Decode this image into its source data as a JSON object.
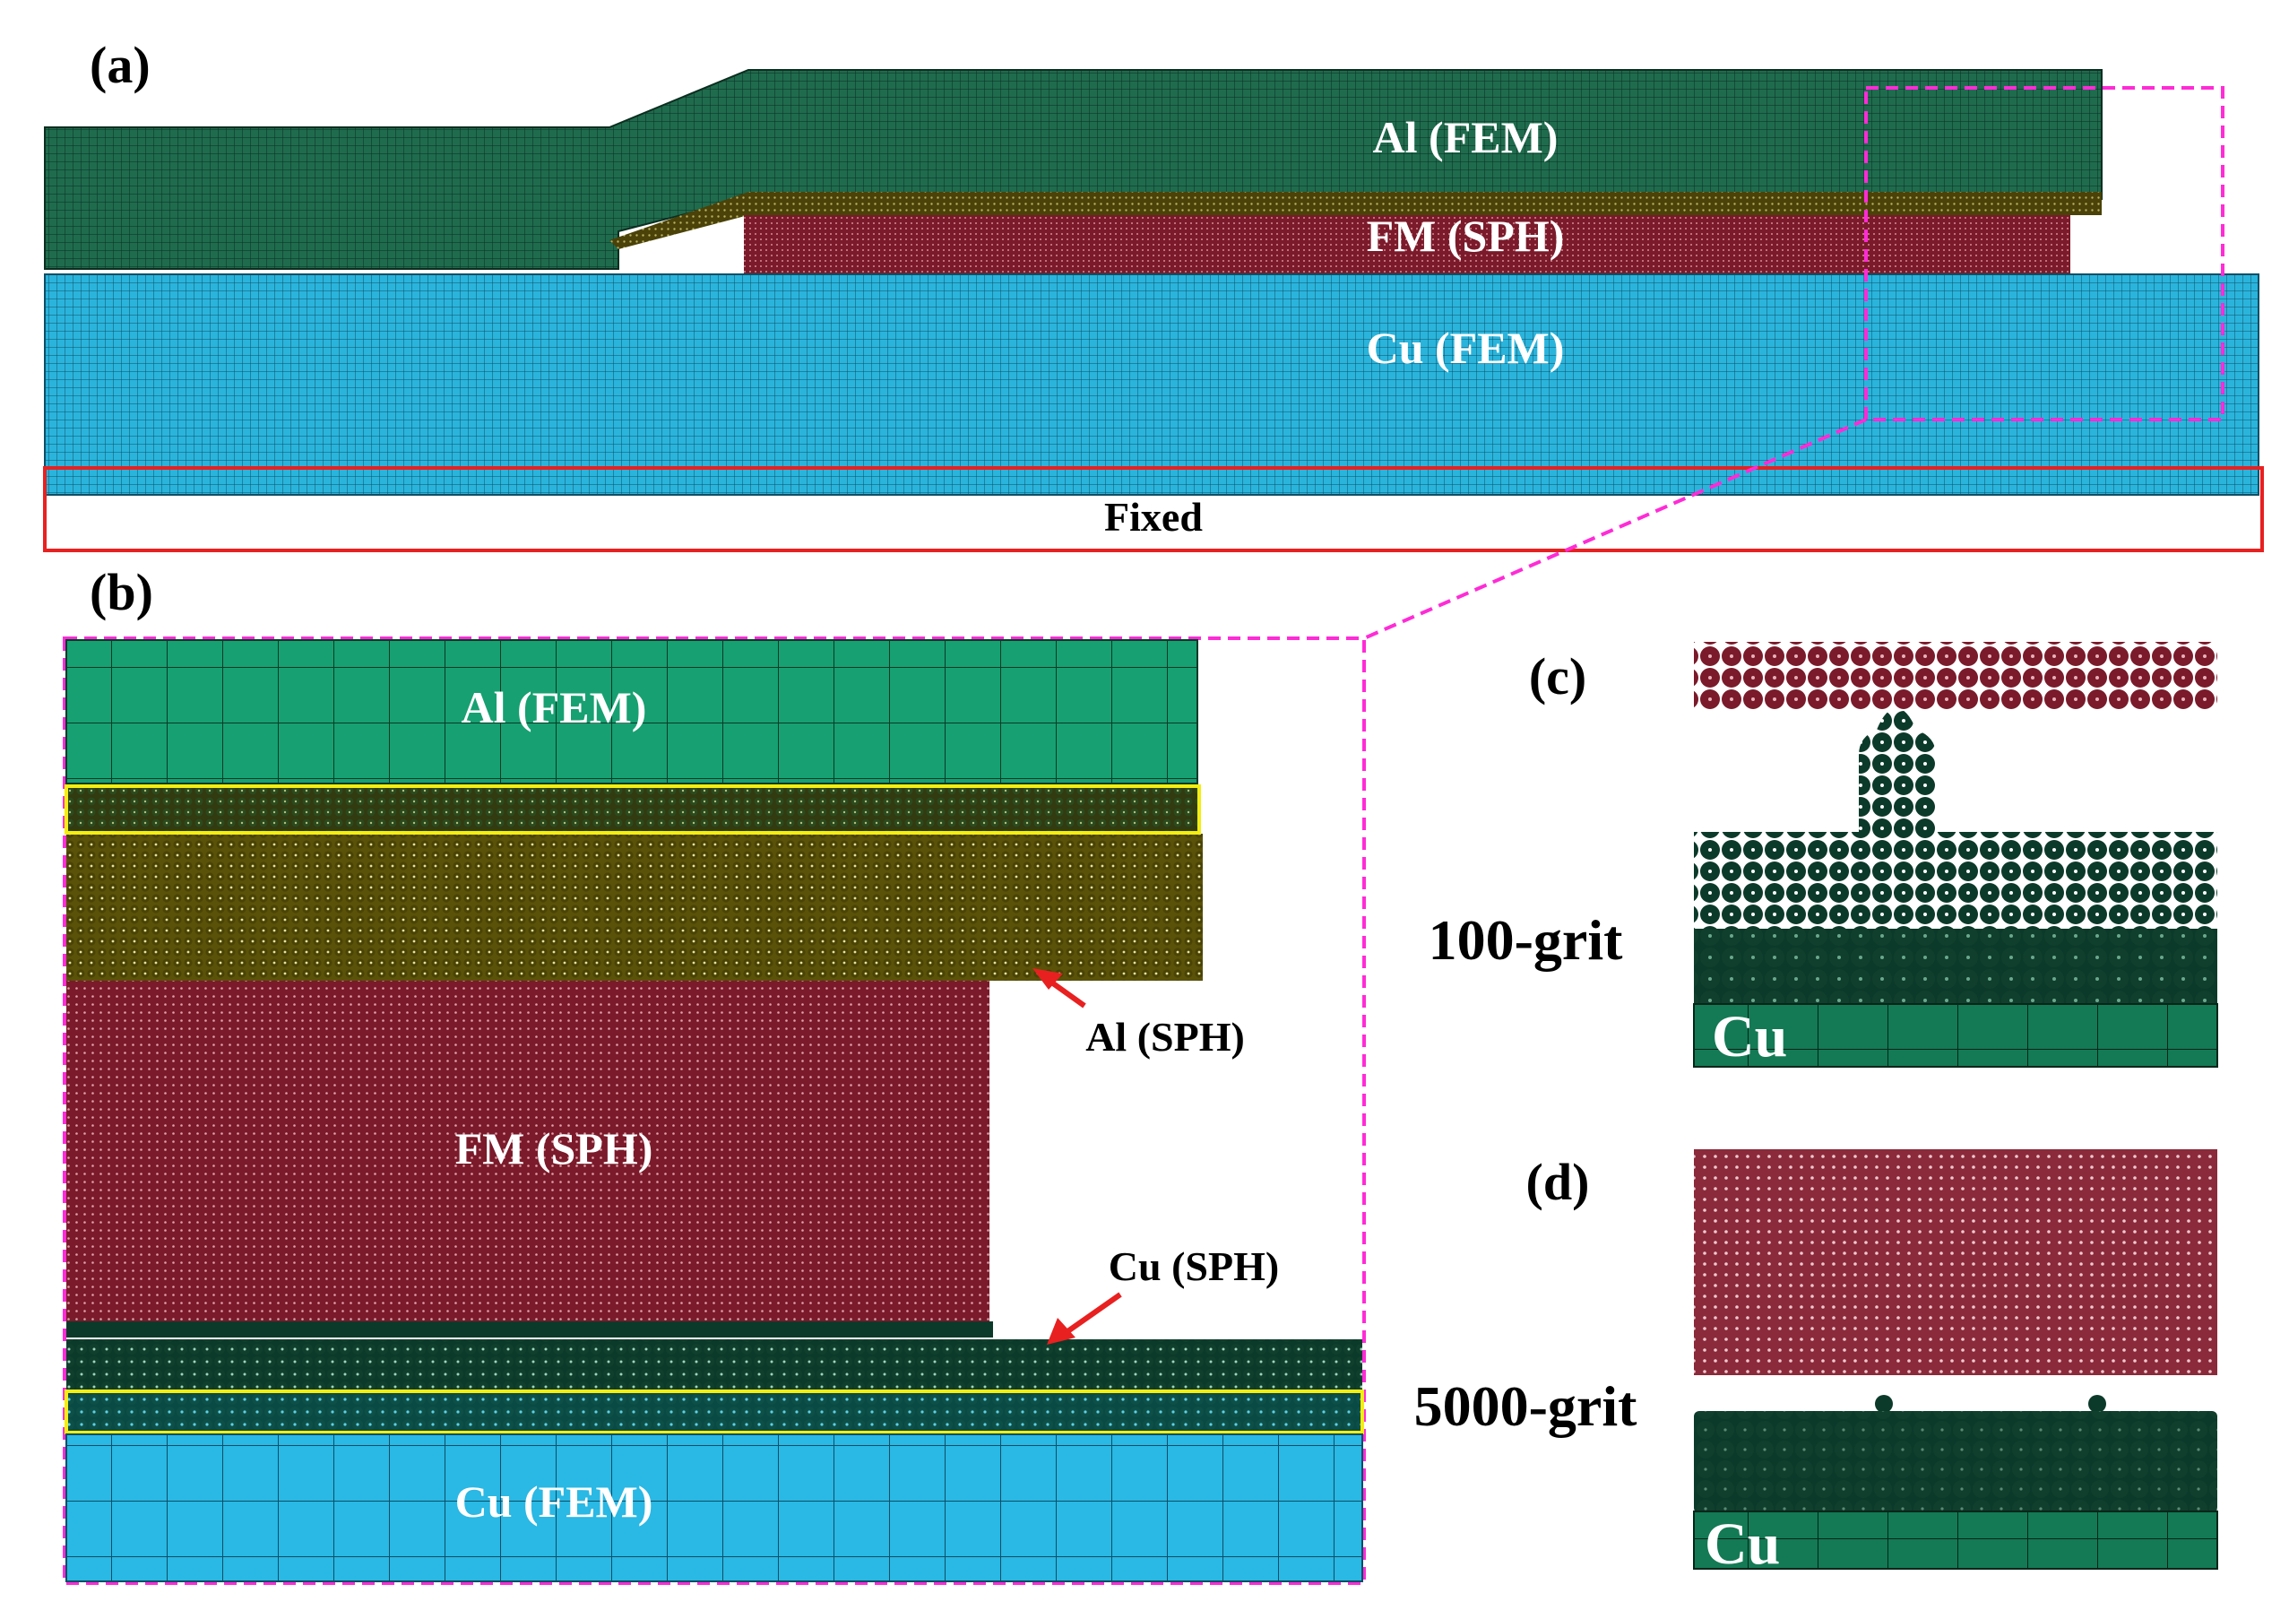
{
  "panels": {
    "a": {
      "label": "(a)",
      "al_label": "Al (FEM)",
      "fm_label": "FM (SPH)",
      "cu_label": "Cu (FEM)",
      "fixed_label": "Fixed"
    },
    "b": {
      "label": "(b)",
      "al_fem_label": "Al (FEM)",
      "al_sph_label": "Al (SPH)",
      "fm_label": "FM (SPH)",
      "cu_sph_label": "Cu (SPH)",
      "cu_fem_label": "Cu (FEM)"
    },
    "c": {
      "label": "(c)",
      "grit_label": "100-grit",
      "cu_label": "Cu"
    },
    "d": {
      "label": "(d)",
      "grit_label": "5000-grit",
      "cu_label": "Cu"
    }
  },
  "colors": {
    "al_fem_a": "#1f6b4e",
    "al_fem_b": "#17a072",
    "al_sph": "#5a5208",
    "fm_sph": "#7a1a2a",
    "cu_fem": "#2ab4dc",
    "cu_sph": "#0c3a2a",
    "cu_fem_c": "#137a55",
    "zoom_box": "#ff2bd6",
    "fixed_box": "#e82020",
    "interface_box": "#f5ee10"
  }
}
